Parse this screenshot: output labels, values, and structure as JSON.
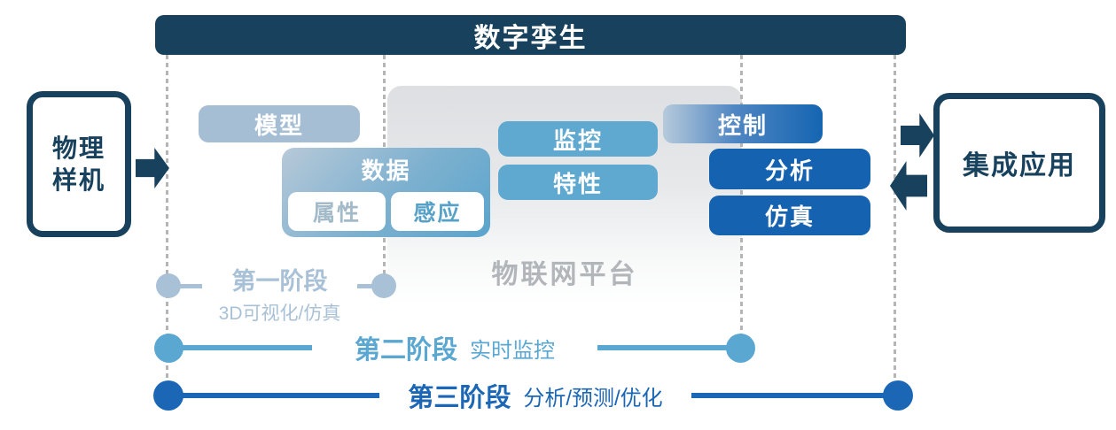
{
  "header": {
    "title": "数字孪生"
  },
  "left_box": {
    "label": "物理样机",
    "lines": [
      "物理",
      "样机"
    ]
  },
  "right_box": {
    "label": "集成应用"
  },
  "platform": {
    "label": "物联网平台"
  },
  "nodes": {
    "model": "模型",
    "data": "数据",
    "attribute": "属性",
    "sensing": "感应",
    "monitor": "监控",
    "characteristic": "特性",
    "control": "控制",
    "analysis": "分析",
    "simulation": "仿真"
  },
  "phases": [
    {
      "title": "第一阶段",
      "subtitle": "3D可视化/仿真"
    },
    {
      "title": "第二阶段",
      "subtitle": "实时监控"
    },
    {
      "title": "第三阶段",
      "subtitle": "分析/预测/优化"
    }
  ],
  "colors": {
    "navy": "#17415c",
    "light_blue": "#a6bed3",
    "mid_blue": "#5fa9d0",
    "dark_blue": "#1562b0",
    "phase1_line": "#a9c1d6",
    "phase2_line": "#5aa7d1",
    "phase3_line": "#1b67b5",
    "platform_gray": "#e2e4e6",
    "platform_text": "#b2b6ba",
    "dashed_guide": "#b5b5b5",
    "attribute_text": "#a3bac9",
    "sensing_text": "#57a1c7"
  }
}
